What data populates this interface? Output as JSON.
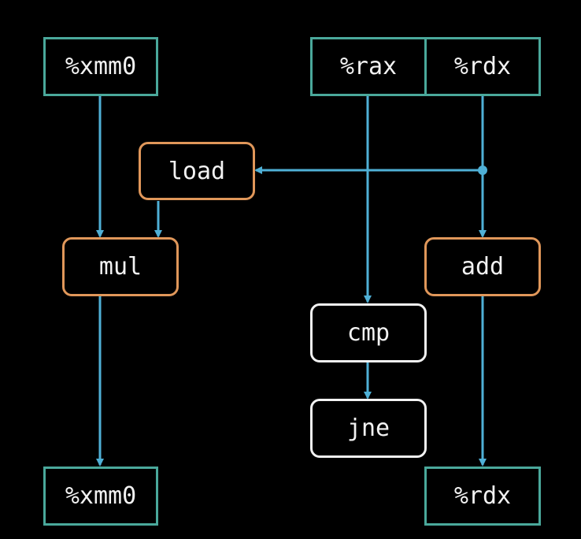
{
  "colors": {
    "background": "#000000",
    "register_border": "#4aa89b",
    "load_store_op_border": "#e0975a",
    "control_op_border": "#f2f2f2",
    "arrow": "#4fb0d6",
    "text": "#f2f2f2"
  },
  "inputs": {
    "xmm0": "%xmm0",
    "rax": "%rax",
    "rdx": "%rdx"
  },
  "ops": {
    "load": "load",
    "mul": "mul",
    "add": "add",
    "cmp": "cmp",
    "jne": "jne"
  },
  "outputs": {
    "xmm0": "%xmm0",
    "rdx": "%rdx"
  }
}
